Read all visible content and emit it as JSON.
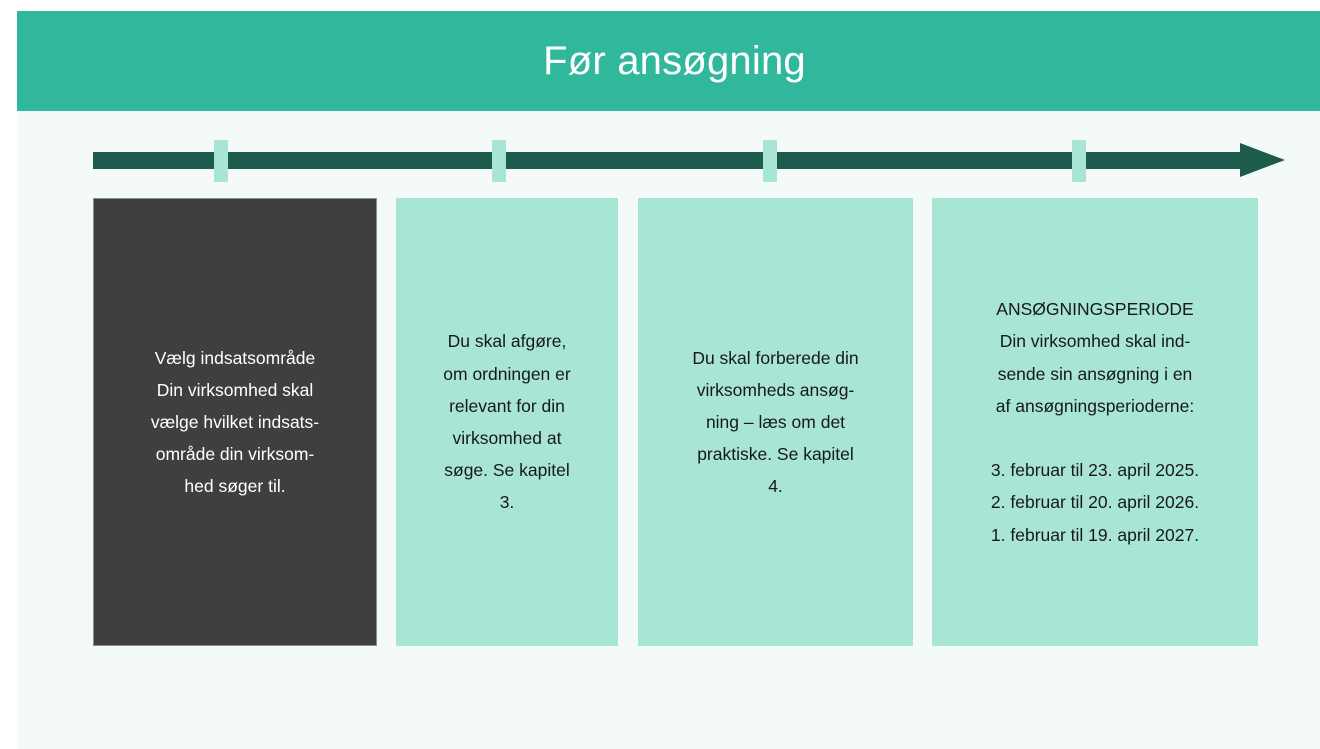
{
  "page": {
    "background_color": "#f4faf8",
    "canvas_color": "#f4faf8"
  },
  "header": {
    "title": "Før ansøgning",
    "background_color": "#31b89c",
    "text_color": "#ffffff"
  },
  "timeline": {
    "line_color": "#1d5c4d",
    "tick_color": "#a8e5d5",
    "tick_count": 4,
    "arrow_direction": "right"
  },
  "steps": [
    {
      "index": 1,
      "style": "dark",
      "background_color": "#3f3f3f",
      "text_color": "#ffffff",
      "text": "Vælg indsatsområde\nDin virksomhed skal\nvælge hvilket indsats-\nområde din virksom-\nhed søger til."
    },
    {
      "index": 2,
      "style": "mint",
      "background_color": "#a8e5d5",
      "text_color": "#16191c",
      "text": "Du skal afgøre,\nom ordningen er\nrelevant for din\nvirksomhed at\nsøge. Se kapitel\n3."
    },
    {
      "index": 3,
      "style": "mint",
      "background_color": "#a8e5d5",
      "text_color": "#16191c",
      "text": "Du skal forberede din\nvirksomheds ansøg-\nning – læs om det\npraktiske. Se kapitel\n4."
    },
    {
      "index": 4,
      "style": "mint",
      "background_color": "#a8e5d5",
      "text_color": "#16191c",
      "heading": "ANSØGNINGSPERIODE",
      "text": "ANSØGNINGSPERIODE\nDin virksomhed skal ind-\nsende sin ansøgning i en\naf ansøgningsperioderne:\n\n3. februar til 23. april 2025.\n2. februar til 20. april 2026.\n1. februar til 19. april 2027.",
      "periods": [
        "3. februar til 23. april 2025.",
        "2. februar til 20. april 2026.",
        "1. februar til 19. april 2027."
      ]
    }
  ]
}
